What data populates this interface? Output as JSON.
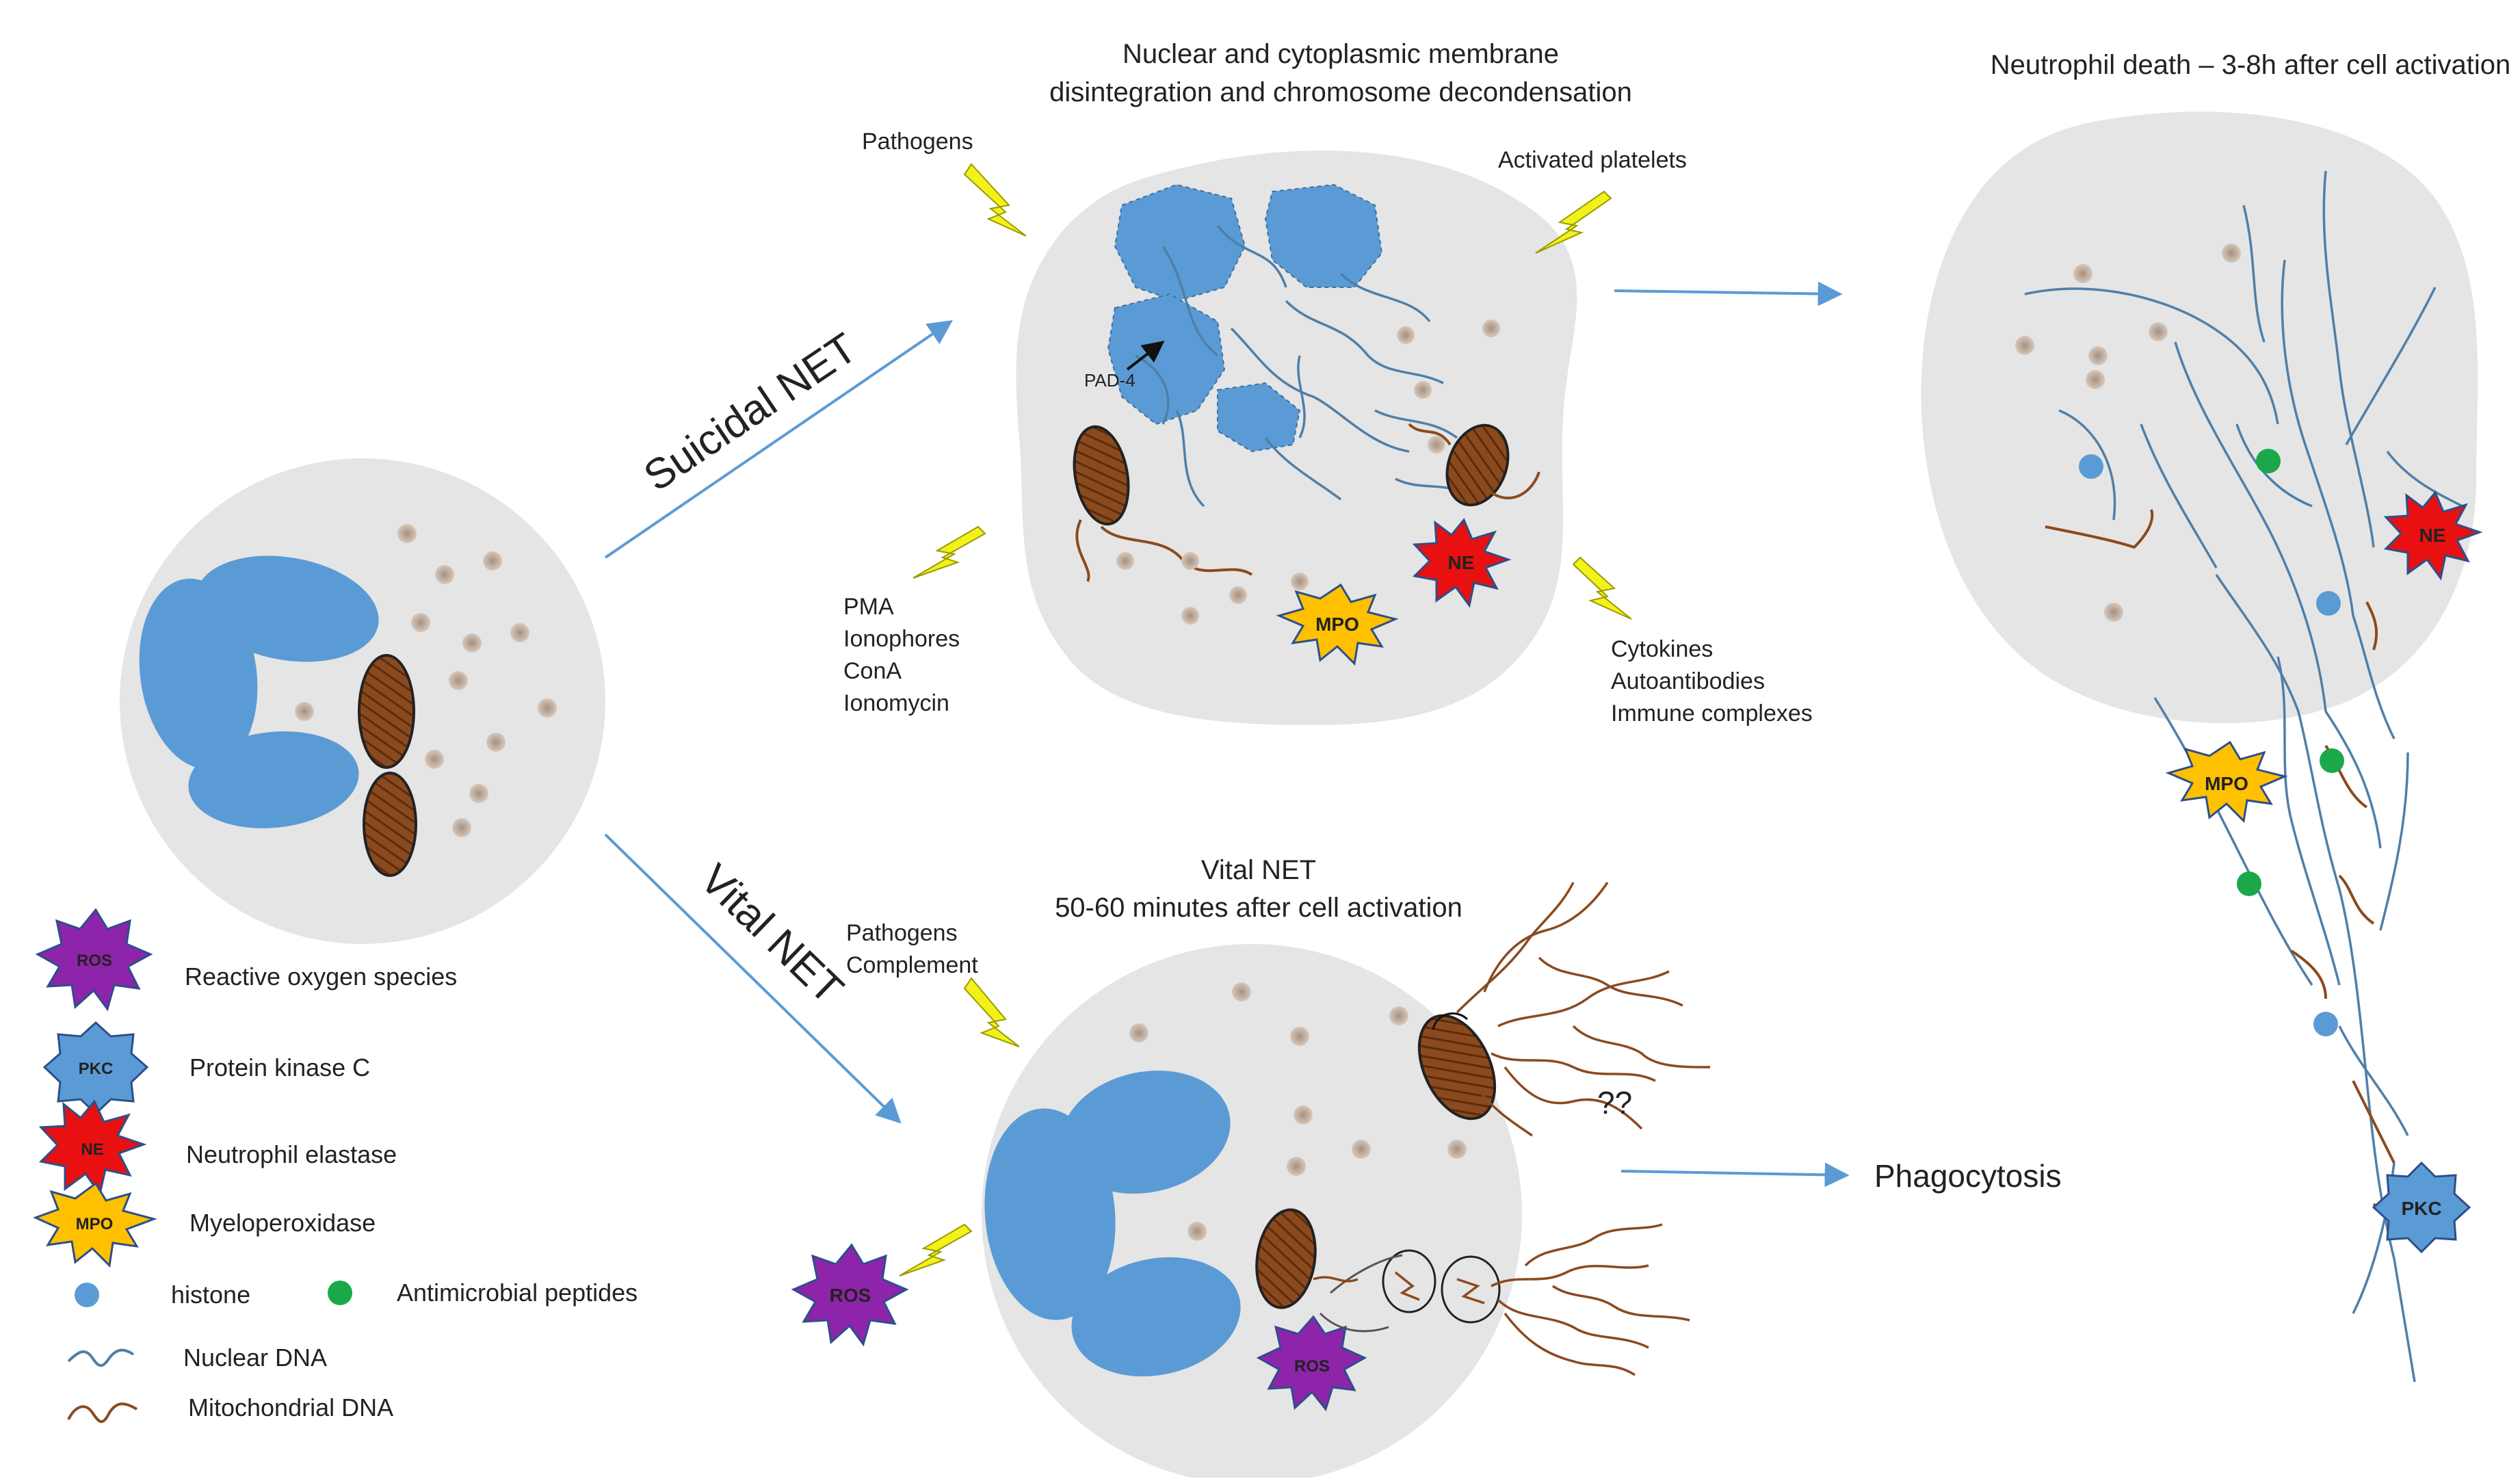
{
  "diagram": {
    "paths": {
      "suicidal": "Suicidal NET",
      "vital": "Vital NET"
    },
    "suicidal_cell": {
      "title_line1": "Nuclear and cytoplasmic membrane",
      "title_line2": "disintegration and chromosome decondensation",
      "pad4": "PAD-4",
      "stimuli_pathogens": "Pathogens",
      "stimuli_platelets": "Activated platelets",
      "stimuli_chem": [
        "PMA",
        "Ionophores",
        "ConA",
        "Ionomycin"
      ],
      "stimuli_immune": [
        "Cytokines",
        "Autoantibodies",
        "Immune complexes"
      ]
    },
    "death_cell": {
      "title": "Neutrophil death – 3-8h after cell activation"
    },
    "vital_cell": {
      "title_line1": "Vital NET",
      "title_line2": "50-60 minutes after cell activation",
      "stimuli": [
        "Pathogens",
        "Complement"
      ],
      "unknown": "??",
      "outcome": "Phagocytosis"
    },
    "badges": {
      "ros": "ROS",
      "pkc": "PKC",
      "ne": "NE",
      "mpo": "MPO"
    }
  },
  "legend": {
    "ros": "Reactive oxygen species",
    "pkc": "Protein kinase C",
    "ne": "Neutrophil elastase",
    "mpo": "Myeloperoxidase",
    "histone": "histone",
    "amp": "Antimicrobial peptides",
    "nuclear_dna": "Nuclear DNA",
    "mito_dna": "Mitochondrial  DNA"
  },
  "colors": {
    "cell_fill": "#e5e5e5",
    "nucleus": "#5b9bd5",
    "dna_nuclear": "#4f7fa8",
    "dna_mito": "#8b4a1e",
    "mito_fill": "#8b4a1e",
    "granule": "#c9b6a6",
    "ros": "#8e24aa",
    "ne": "#e81010",
    "mpo": "#ffc000",
    "histone": "#5b9bd5",
    "amp": "#1aa84a",
    "bolt": "#f2f21a",
    "arrow": "#5b9bd5"
  },
  "icons": [
    "lightning-bolt-icon",
    "starburst-badge-icon",
    "granule-icon",
    "mitochondrion-icon",
    "histone-dot-icon",
    "antimicrobial-peptide-dot-icon"
  ]
}
